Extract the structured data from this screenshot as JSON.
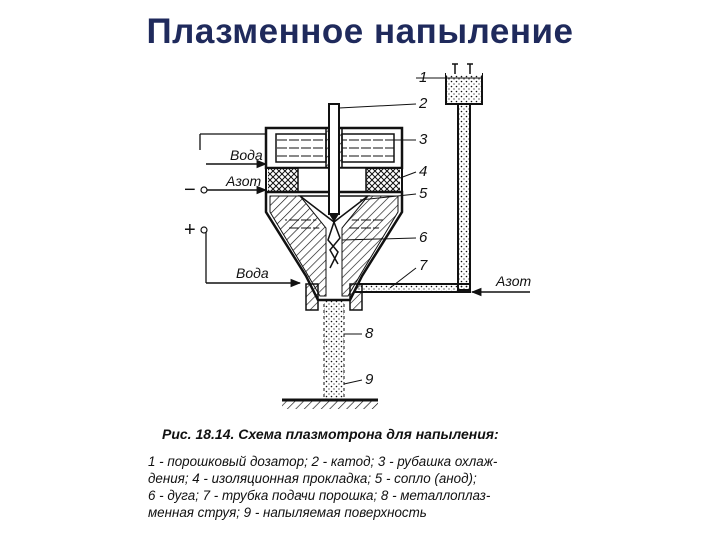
{
  "title": "Плазменное напыление",
  "labels": {
    "voda_top": "Вода",
    "azot_left": "Азот",
    "voda_bottom": "Вода",
    "azot_right": "Азот",
    "minus": "−",
    "plus": "+"
  },
  "numbers": [
    "1",
    "2",
    "3",
    "4",
    "5",
    "6",
    "7",
    "8",
    "9"
  ],
  "caption": {
    "title": "Рис. 18.14. Схема плазмотрона для напыления:",
    "lines": [
      "1 - порошковый дозатор; 2 - катод; 3 - рубашка охлаж-",
      "дения; 4 - изоляционная прокладка; 5 - сопло (анод);",
      "6 - дуга; 7 - трубка подачи порошка; 8 - металлоплаз-",
      "менная струя; 9 - напыляемая поверхность"
    ]
  },
  "colors": {
    "title": "#1f2a5c",
    "line": "#111111"
  }
}
